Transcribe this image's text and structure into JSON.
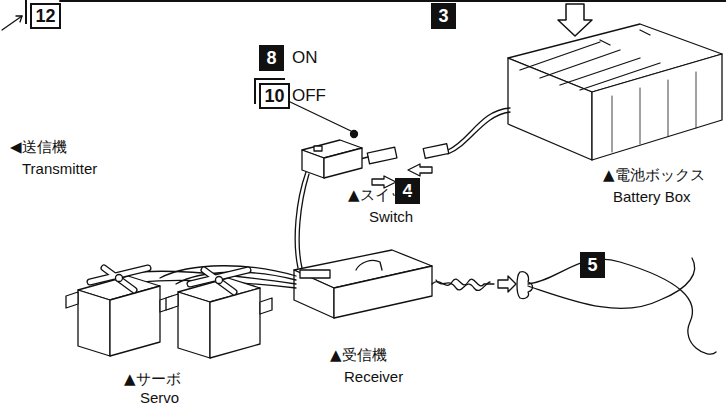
{
  "diagram": {
    "nodes": [
      {
        "text": [
          "12"
        ]
      },
      {
        "text": [
          "3"
        ]
      },
      {
        "text": [
          "8"
        ]
      },
      {
        "text": [
          "10"
        ]
      },
      {
        "text": [
          "4"
        ]
      },
      {
        "text": [
          "5"
        ]
      }
    ],
    "labels": [
      "ON",
      "OFF",
      "◀送信機",
      "Transmitter",
      "▲電池ボックス",
      "Battery Box",
      "▲スイッチ",
      "Switch",
      "▲受信機",
      "Receiver",
      "▲サーボ",
      "Servo"
    ]
  }
}
